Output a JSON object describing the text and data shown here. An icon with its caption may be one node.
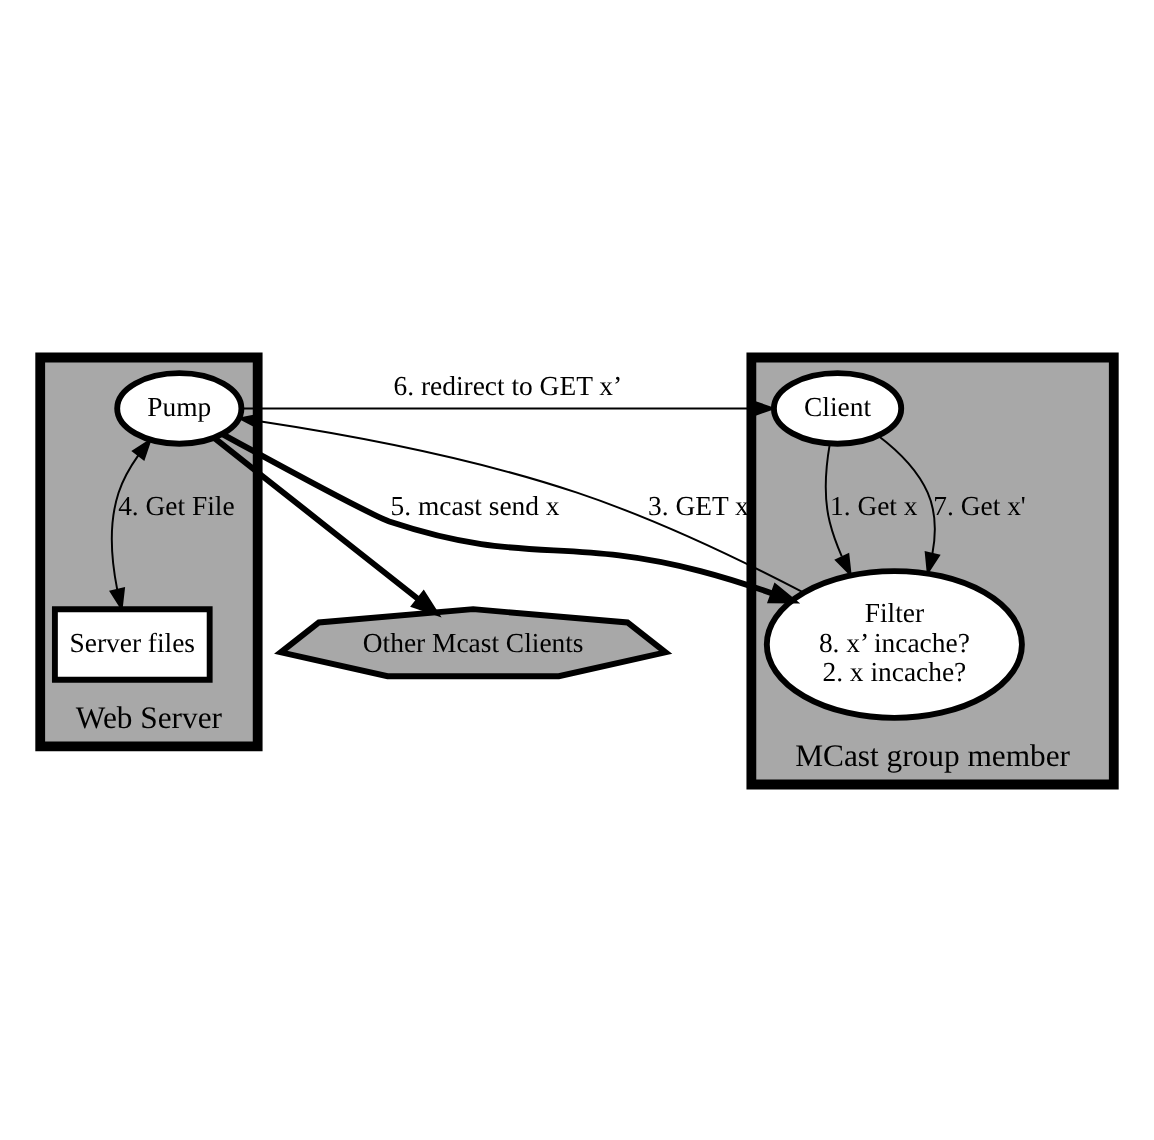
{
  "diagram": {
    "nodes": [
      {
        "text": [
          "Web Server"
        ]
      },
      {
        "text": [
          "Pump"
        ],
        "in": 0
      },
      {
        "text": [
          "Server files"
        ],
        "in": 0
      },
      {
        "text": [
          "MCast group member"
        ]
      },
      {
        "text": [
          "Filter",
          "8. x’ incache?",
          "2. x incache?"
        ],
        "in": 3
      },
      {
        "text": [
          "Client"
        ],
        "in": 3
      },
      {
        "text": [
          "Other Mcast Clients"
        ]
      }
    ],
    "edges": [
      {
        "from": 1,
        "to": 2,
        "arrow": "both",
        "label": "4. Get File"
      },
      {
        "from": 1,
        "to": 5,
        "arrow": "to",
        "label": "6. redirect to GET x’"
      },
      {
        "from": 4,
        "to": 1,
        "arrow": "to",
        "label": "3. GET x"
      },
      {
        "from": 1,
        "to": 4,
        "arrow": "to",
        "label": "5. mcast send x",
        "style": "thick"
      },
      {
        "from": 1,
        "to": 6,
        "arrow": "to",
        "style": "thick"
      },
      {
        "from": 5,
        "to": 4,
        "arrow": "to",
        "label": "1. Get x"
      },
      {
        "from": 5,
        "to": 4,
        "arrow": "to",
        "label": "7. Get x'"
      }
    ]
  }
}
